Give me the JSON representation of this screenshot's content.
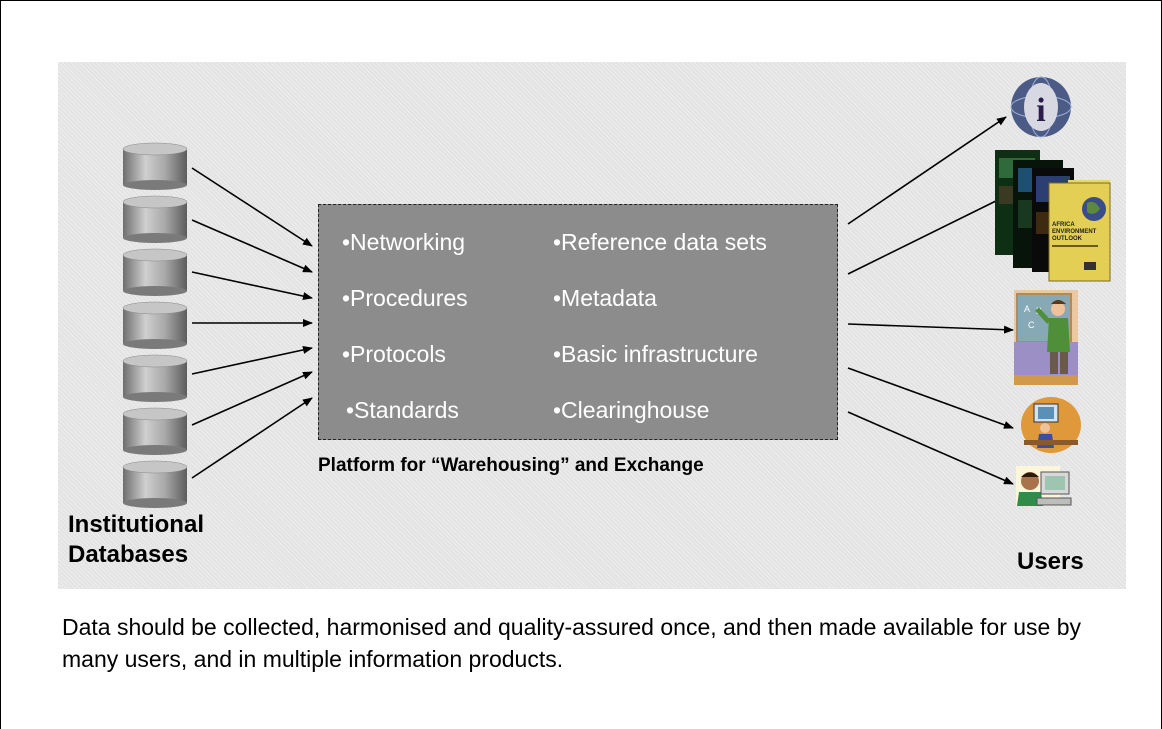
{
  "platform": {
    "items_left": [
      "•Networking",
      "•Procedures",
      "•Protocols",
      "•Standards"
    ],
    "items_right": [
      "•Reference data sets",
      "•Metadata",
      "•Basic infrastructure",
      "•Clearinghouse"
    ],
    "label": "Platform for “Warehousing” and Exchange"
  },
  "sources": {
    "label_line1": "Institutional",
    "label_line2": "Databases",
    "database_count": 7
  },
  "users": {
    "label": "Users",
    "icons": [
      "info-globe-icon",
      "report-covers-icon",
      "teacher-icon",
      "office-worker-icon",
      "computer-user-icon"
    ],
    "report_cover_text": "AFRICA ENVIRONMENT OUTLOOK"
  },
  "caption": "Data should be collected, harmonised and quality-assured once, and then made available for use by many users, and in multiple information products.",
  "colors": {
    "panel": "#e3e3e3",
    "platform": "#8c8c8c",
    "platform_text": "#ffffff"
  }
}
